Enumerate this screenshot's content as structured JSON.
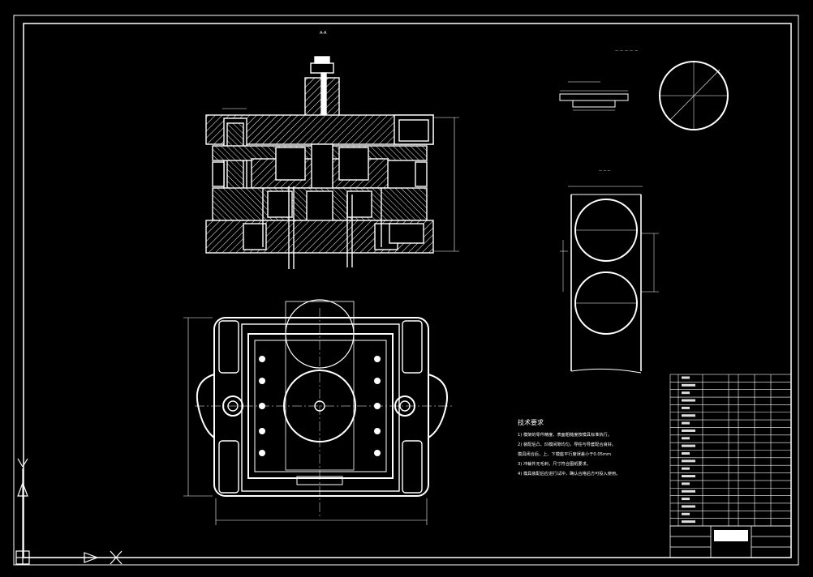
{
  "drawing": {
    "background": "#000000",
    "line_color": "#ffffff",
    "section_label": "A-A",
    "tech_requirements": {
      "title": "技术要求",
      "items": [
        "1) 模架的零件精度、表面粗糙度按模具标准执行。",
        "2) 装配后凸、凹模间隙均匀，导柱与导套配合良好。",
        "   模具闭合后，上、下模座平行度误差小于0.05mm",
        "3) 冲裁件无毛刺，尺寸符合图纸要求。",
        "4) 模具装配后应进行试冲，确认合格后方可投入使用。"
      ]
    },
    "title_block_rows": 20
  },
  "icons": {
    "ucs": "ucs-axis-icon",
    "cursor": "crosshair-icon"
  }
}
